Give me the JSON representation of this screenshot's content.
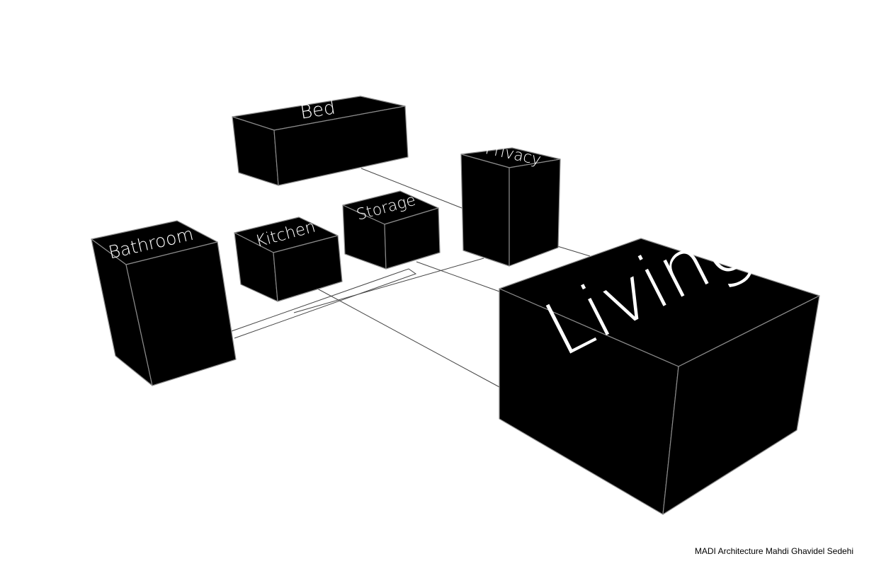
{
  "rooms": {
    "bed": "Bed",
    "privacy": "Privacy",
    "storage": "Storage",
    "kitchen": "Kitchen",
    "bathroom": "Bathroom",
    "living": "Living"
  },
  "credit": "MADI Architecture Mahdi Ghavidel Sedehi"
}
